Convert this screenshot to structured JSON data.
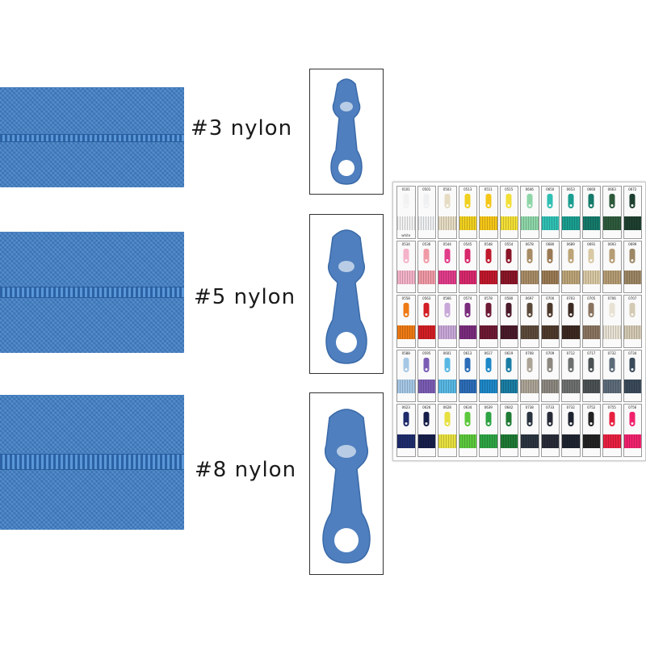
{
  "zippers": [
    {
      "label": "#3 nylon",
      "size": 3,
      "color": "#3f7ec4"
    },
    {
      "label": "#5 nylon",
      "size": 5,
      "color": "#3f7ec4"
    },
    {
      "label": "#8 nylon",
      "size": 8,
      "color": "#3f7ec4"
    }
  ],
  "slider_color": "#4f7fbe",
  "color_card": {
    "panels": [
      {
        "swatches": [
          {
            "code": "0101",
            "name": "white",
            "color": "#f2f2f2"
          },
          {
            "code": "0501",
            "name": "",
            "color": "#eef0f2"
          },
          {
            "code": "0503",
            "name": "",
            "color": "#e6dcc4"
          },
          {
            "code": "0513",
            "name": "",
            "color": "#f0d020"
          },
          {
            "code": "0511",
            "name": "",
            "color": "#f5c618"
          },
          {
            "code": "0515",
            "name": "",
            "color": "#f3df36"
          },
          {
            "code": "0534",
            "name": "",
            "color": "#f4b3c8"
          },
          {
            "code": "0536",
            "name": "",
            "color": "#f09aa6"
          },
          {
            "code": "0544",
            "name": "",
            "color": "#e13c8a"
          },
          {
            "code": "0545",
            "name": "",
            "color": "#d8286c"
          },
          {
            "code": "0548",
            "name": "",
            "color": "#c0182c"
          },
          {
            "code": "0554",
            "name": "",
            "color": "#8a1628"
          },
          {
            "code": "0558",
            "name": "",
            "color": "#ee7a14"
          },
          {
            "code": "0563",
            "name": "",
            "color": "#d21e24"
          },
          {
            "code": "0566",
            "name": "",
            "color": "#c8a8d8"
          },
          {
            "code": "0574",
            "name": "",
            "color": "#7a2c7c"
          },
          {
            "code": "0578",
            "name": "",
            "color": "#6e1a34"
          },
          {
            "code": "0580",
            "name": "",
            "color": "#4a1a2a"
          },
          {
            "code": "0588",
            "name": "",
            "color": "#a6c8e6"
          },
          {
            "code": "0595",
            "name": "",
            "color": "#7a5cb4"
          },
          {
            "code": "0601",
            "name": "",
            "color": "#58b8e4"
          },
          {
            "code": "0613",
            "name": "",
            "color": "#2c6cb8"
          },
          {
            "code": "0617",
            "name": "",
            "color": "#1e88c8"
          },
          {
            "code": "0619",
            "name": "",
            "color": "#1a7ea4"
          },
          {
            "code": "0623",
            "name": "",
            "color": "#1e2c6c"
          },
          {
            "code": "0626",
            "name": "",
            "color": "#161e4a"
          },
          {
            "code": "0628",
            "name": "",
            "color": "#e8e040"
          },
          {
            "code": "0634",
            "name": "",
            "color": "#5cc83c"
          },
          {
            "code": "0639",
            "name": "",
            "color": "#2ea444"
          },
          {
            "code": "0642",
            "name": "",
            "color": "#1e7a34"
          }
        ]
      },
      {
        "swatches": [
          {
            "code": "0646",
            "name": "",
            "color": "#8ed6a8"
          },
          {
            "code": "0650",
            "name": "",
            "color": "#30c0b4"
          },
          {
            "code": "0653",
            "name": "",
            "color": "#1a9e90"
          },
          {
            "code": "0660",
            "name": "",
            "color": "#157a6a"
          },
          {
            "code": "0663",
            "name": "",
            "color": "#2e5a3c"
          },
          {
            "code": "0672",
            "name": "",
            "color": "#1e4030"
          },
          {
            "code": "0678",
            "name": "",
            "color": "#a88c66"
          },
          {
            "code": "0680",
            "name": "",
            "color": "#9a7a54"
          },
          {
            "code": "0689",
            "name": "",
            "color": "#bca478"
          },
          {
            "code": "0691",
            "name": "",
            "color": "#d8c8a4"
          },
          {
            "code": "0693",
            "name": "",
            "color": "#b49c74"
          },
          {
            "code": "0699",
            "name": "",
            "color": "#9c8664"
          },
          {
            "code": "0697",
            "name": "",
            "color": "#5c4a3a"
          },
          {
            "code": "0700",
            "name": "",
            "color": "#4e3a2c"
          },
          {
            "code": "0703",
            "name": "",
            "color": "#3c2a22"
          },
          {
            "code": "0705",
            "name": "",
            "color": "#8a7460"
          },
          {
            "code": "0706",
            "name": "",
            "color": "#e8e2d4"
          },
          {
            "code": "0707",
            "name": "",
            "color": "#d4cab4"
          },
          {
            "code": "0708",
            "name": "",
            "color": "#aca496"
          },
          {
            "code": "0709",
            "name": "",
            "color": "#8c8880"
          },
          {
            "code": "0712",
            "name": "",
            "color": "#6e7070"
          },
          {
            "code": "0717",
            "name": "",
            "color": "#4c5254"
          },
          {
            "code": "0732",
            "name": "",
            "color": "#5e6c7a"
          },
          {
            "code": "0734",
            "name": "",
            "color": "#3a4a5a"
          },
          {
            "code": "0738",
            "name": "",
            "color": "#2a3440"
          },
          {
            "code": "0733",
            "name": "",
            "color": "#282c38"
          },
          {
            "code": "0732",
            "name": "",
            "color": "#1e2430"
          },
          {
            "code": "0752",
            "name": "",
            "color": "#222222"
          },
          {
            "code": "0755",
            "name": "",
            "color": "#e82040"
          },
          {
            "code": "0756",
            "name": "",
            "color": "#f0226e"
          }
        ]
      }
    ]
  }
}
